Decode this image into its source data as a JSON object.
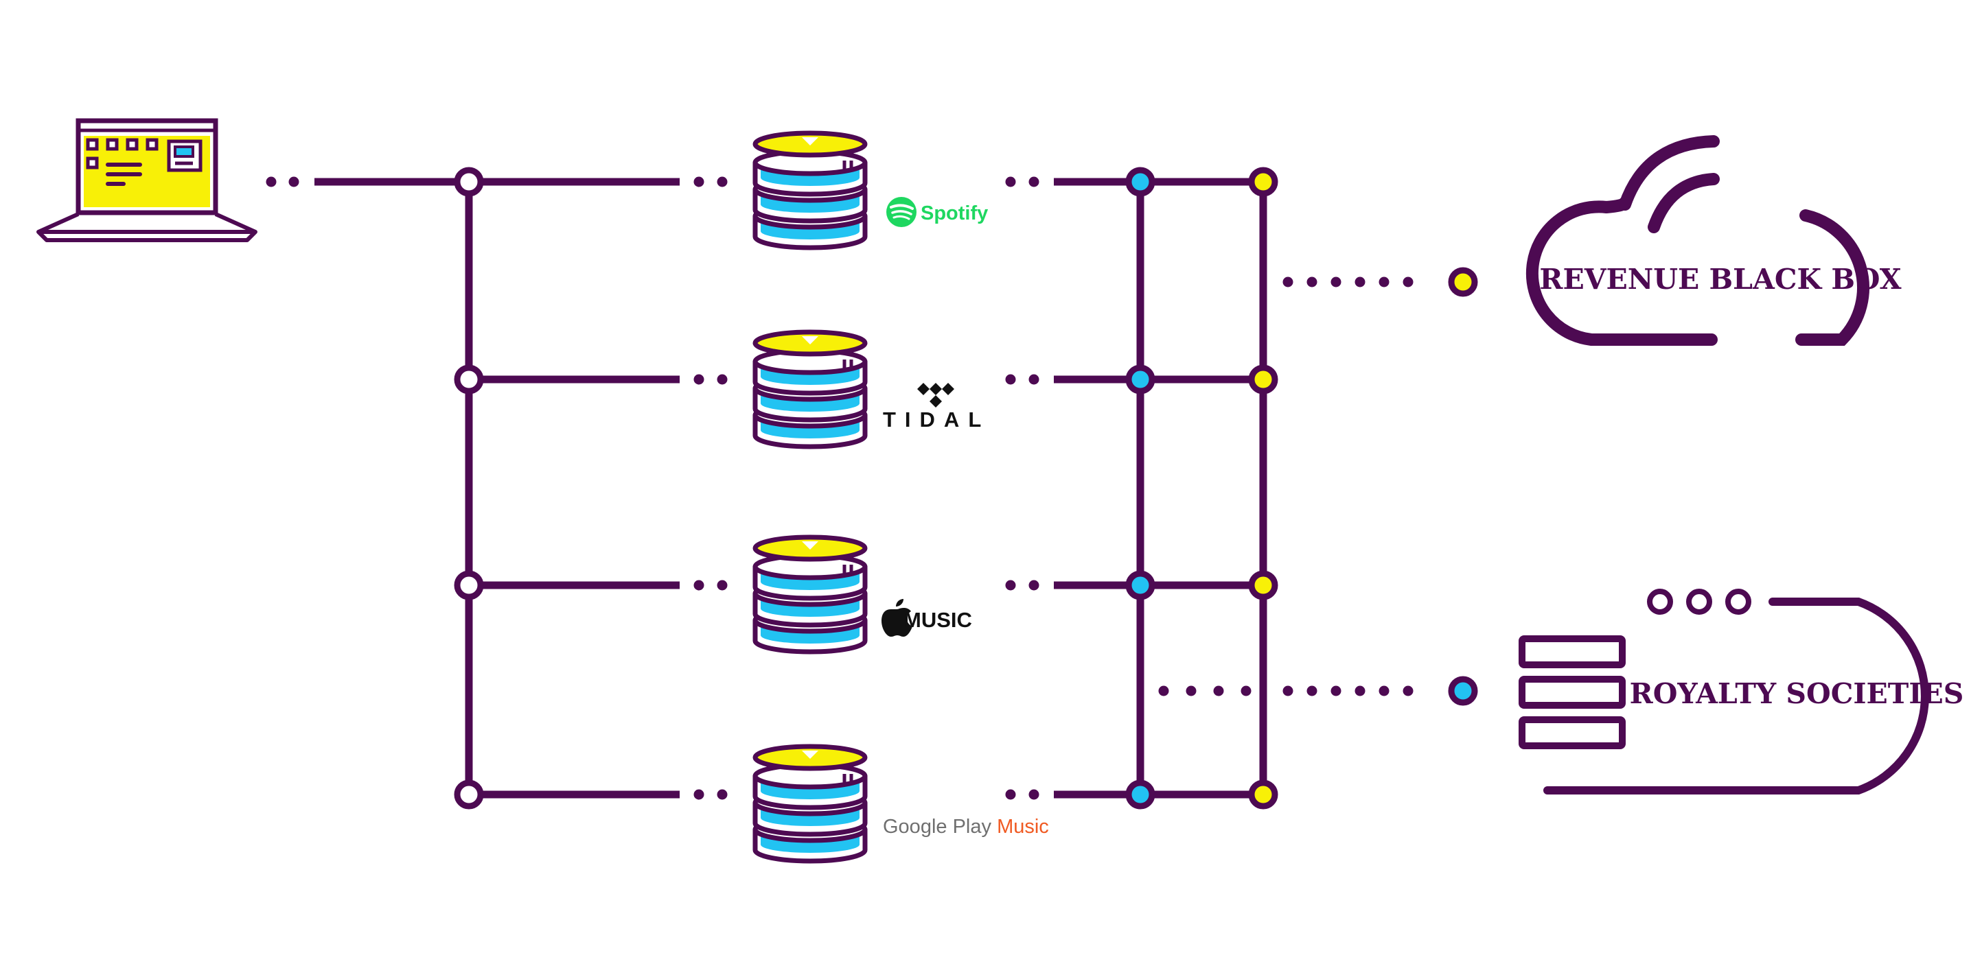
{
  "colors": {
    "line": "#4d0a52",
    "yellow": "#f8f007",
    "cyan": "#22c3f2",
    "white": "#ffffff",
    "spotify": "#1ed760",
    "tidal": "#111111",
    "apple": "#111111",
    "google_gray": "#6f6f6f",
    "google_orange": "#f05a22"
  },
  "services": [
    {
      "id": "spotify",
      "name": "Spotify"
    },
    {
      "id": "tidal",
      "name": "TIDAL"
    },
    {
      "id": "apple",
      "name": "MUSIC"
    },
    {
      "id": "google",
      "name_main": "Google Play",
      "name_accent": "Music"
    }
  ],
  "destinations": {
    "revenue": {
      "label": "REVENUE BLACK BOX"
    },
    "royalty": {
      "label": "ROYALTY SOCIETIES"
    }
  },
  "icons": {
    "laptop": "laptop-icon",
    "server": "server-stack-icon",
    "cloud": "cloud-icon",
    "registry": "registry-icon"
  }
}
